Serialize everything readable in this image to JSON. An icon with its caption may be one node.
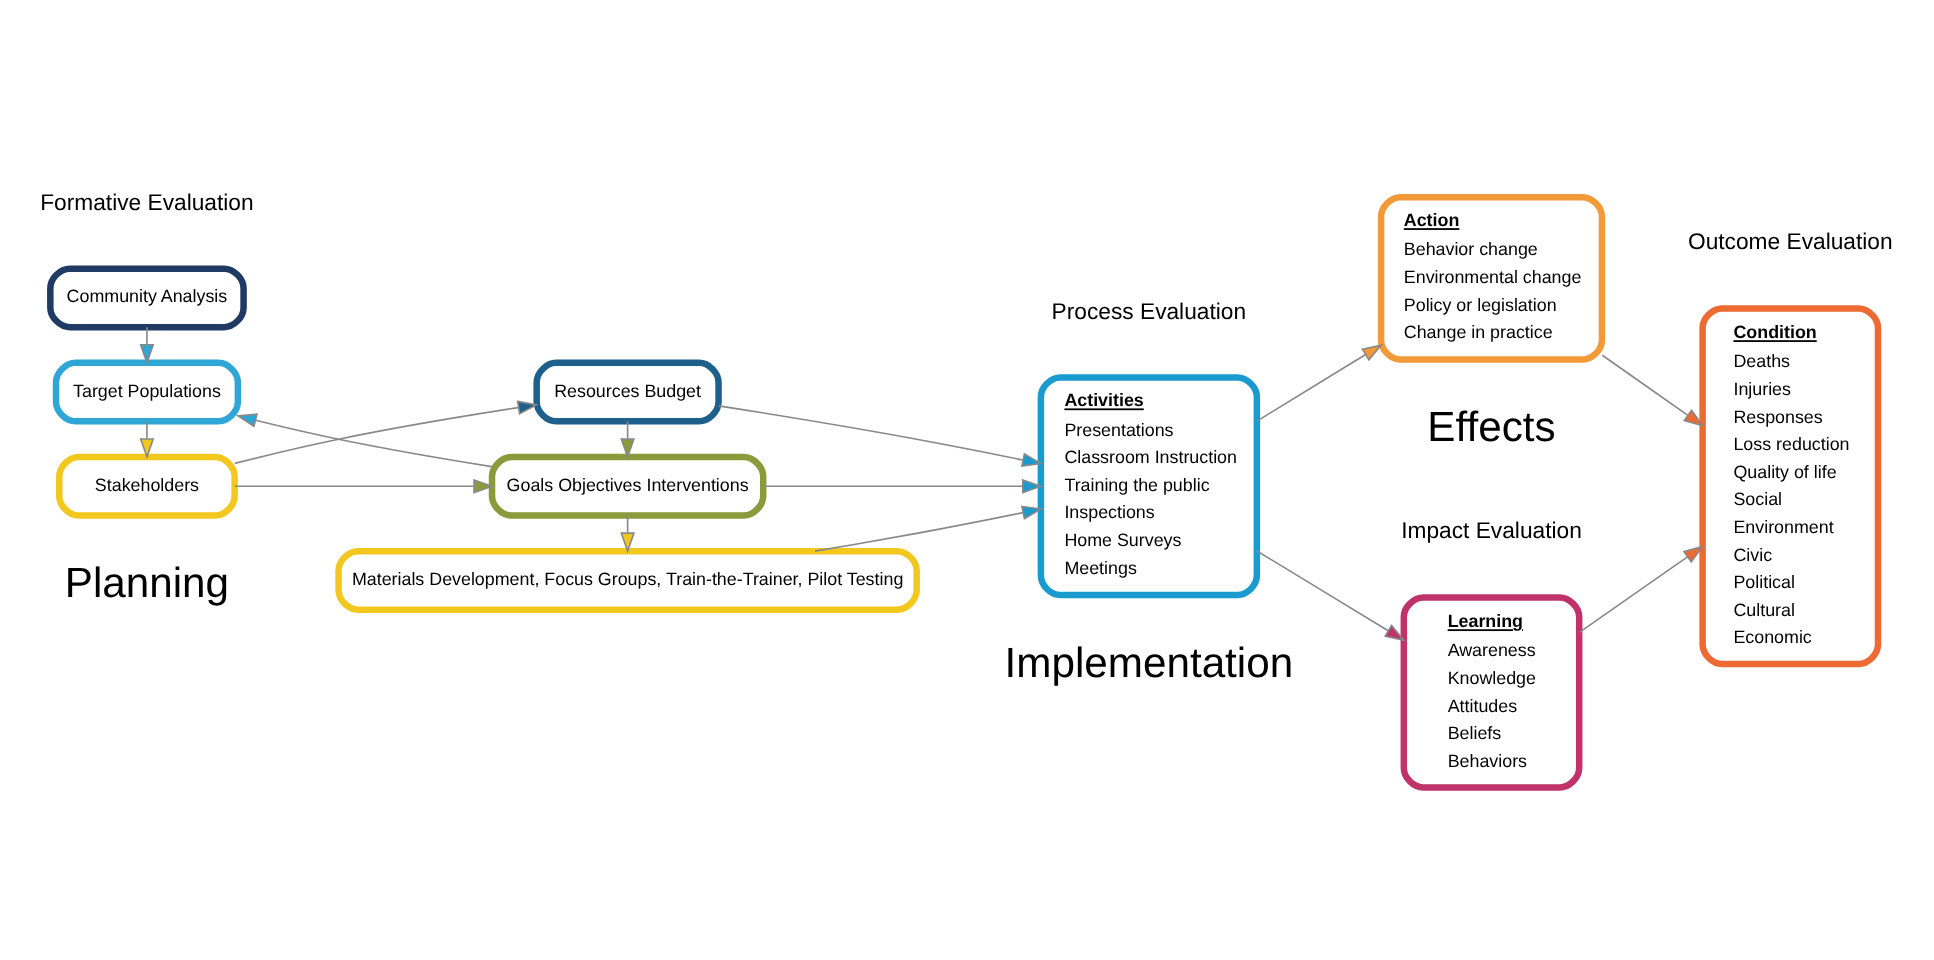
{
  "diagram": {
    "nodes": [
      {
        "text": [
          "Community Analysis"
        ]
      },
      {
        "text": [
          "Materials Development, Focus Groups, Train-the-Trainer, Pilot Testing"
        ]
      },
      {
        "text": [
          "Target Populations"
        ]
      },
      {
        "text": [
          "Goals Objectives Interventions"
        ]
      },
      {
        "text": [
          "Stakeholders"
        ]
      },
      {
        "text": [
          "Resources Budget"
        ]
      },
      {
        "text": [
          "Activities",
          "Presentations",
          "Classroom Instruction",
          "Training the public",
          "Inspections",
          "Home Surveys",
          "Meetings"
        ]
      },
      {
        "text": [
          "Learning",
          "Awareness",
          "Knowledge",
          "Attitudes",
          "Beliefs",
          "Behaviors"
        ]
      },
      {
        "text": [
          "Action",
          "Behavior change",
          "Environmental change",
          "Policy or legislation",
          "Change in practice"
        ]
      },
      {
        "text": [
          "Condition",
          "Deaths",
          "Injuries",
          "Responses",
          "Loss reduction",
          "Quality of life",
          "Social",
          "Environment",
          "Civic",
          "Political",
          "Cultural",
          "Economic"
        ]
      }
    ],
    "edges": [
      {
        "from": 0,
        "to": 2,
        "arrow": "to"
      },
      {
        "from": 3,
        "to": 1,
        "arrow": "to"
      },
      {
        "from": 3,
        "to": 2,
        "arrow": "to"
      },
      {
        "from": 2,
        "to": 4,
        "arrow": "to"
      },
      {
        "from": 4,
        "to": 3,
        "arrow": "to"
      },
      {
        "from": 4,
        "to": 5,
        "arrow": "to"
      },
      {
        "from": 5,
        "to": 3,
        "arrow": "to"
      },
      {
        "from": 1,
        "to": 6,
        "arrow": "to"
      },
      {
        "from": 3,
        "to": 6,
        "arrow": "to"
      },
      {
        "from": 5,
        "to": 6,
        "arrow": "to"
      },
      {
        "from": 6,
        "to": 7,
        "arrow": "to"
      },
      {
        "from": 6,
        "to": 8,
        "arrow": "to"
      },
      {
        "from": 7,
        "to": 9,
        "arrow": "to"
      },
      {
        "from": 8,
        "to": 9,
        "arrow": "to"
      }
    ],
    "labels": [
      "Formative Evaluation",
      "Process Evaluation",
      "Impact Evaluation",
      "Outcome Evaluation",
      "Planning",
      "Implementation",
      "Effects"
    ]
  }
}
